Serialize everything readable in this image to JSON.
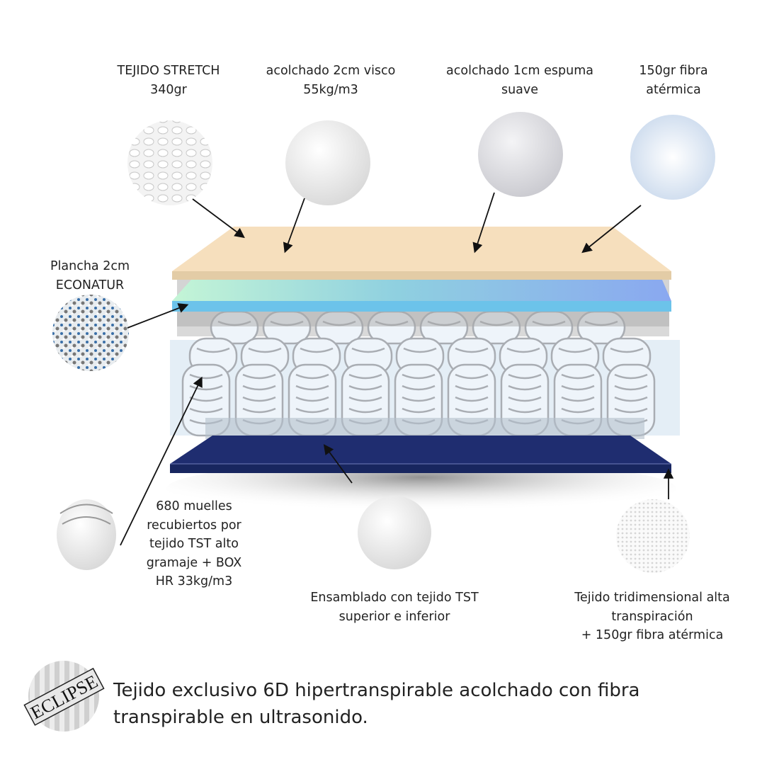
{
  "labels": {
    "stretch": [
      "TEJIDO STRETCH",
      "340gr"
    ],
    "visco": [
      "acolchado 2cm visco",
      "55kg/m3"
    ],
    "espuma": [
      "acolchado 1cm espuma",
      "suave"
    ],
    "fibra": [
      "150gr fibra",
      "atérmica"
    ],
    "plancha": [
      "Plancha 2cm",
      "ECONATUR"
    ],
    "muelles": [
      "680 muelles",
      "recubiertos por",
      "tejido TST alto",
      "gramaje + BOX",
      "HR 33kg/m3"
    ],
    "ensamblado": [
      "Ensamblado con tejido TST",
      "superior e inferior"
    ],
    "tridimensional": [
      "Tejido tridimensional alta",
      "transpiración",
      "+ 150gr fibra atérmica"
    ]
  },
  "footer": [
    "Tejido exclusivo 6D hipertranspirable acolchado con fibra",
    "transpirable en ultrasonido."
  ],
  "logo_text": "ECLIPSE",
  "colors": {
    "top_layer": "#f6dfbd",
    "foam_layer": "#6cc3ea",
    "base_layer": "#1d2c6e",
    "spring_box": "#e4eef6"
  }
}
